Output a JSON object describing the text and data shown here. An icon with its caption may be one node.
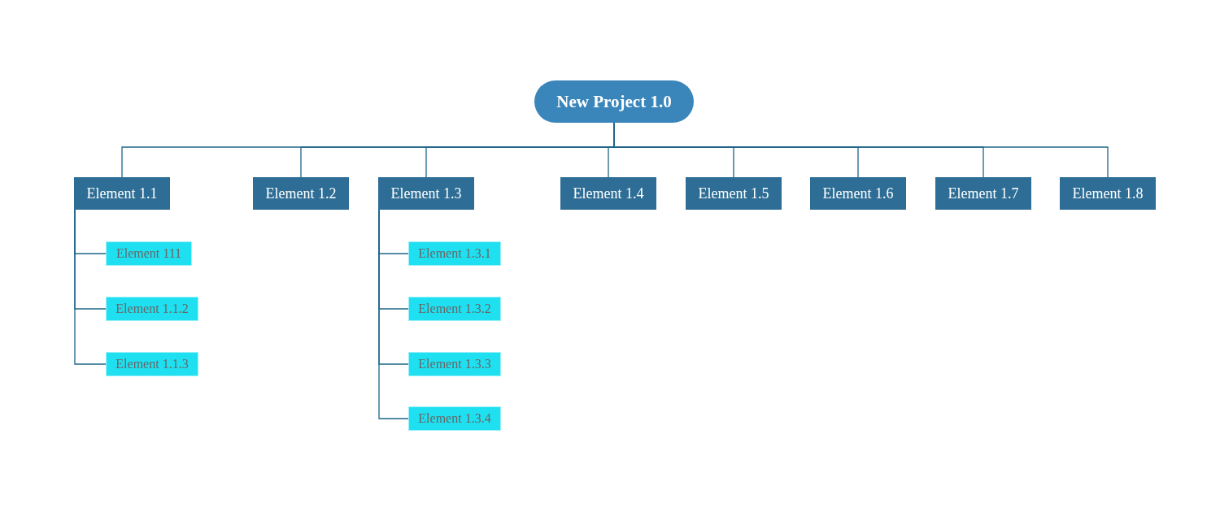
{
  "diagram": {
    "nodes": [
      {
        "text": [
          "New Project 1.0"
        ]
      },
      {
        "text": [
          "Element 1.1"
        ]
      },
      {
        "text": [
          "Element 111"
        ]
      },
      {
        "text": [
          "Element 1.1.2"
        ]
      },
      {
        "text": [
          "Element 1.1.3"
        ]
      },
      {
        "text": [
          "Element 1.2"
        ]
      },
      {
        "text": [
          "Element 1.3"
        ]
      },
      {
        "text": [
          "Element 1.3.1"
        ]
      },
      {
        "text": [
          "Element 1.3.2"
        ]
      },
      {
        "text": [
          "Element 1.3.3"
        ]
      },
      {
        "text": [
          "Element 1.3.4"
        ]
      },
      {
        "text": [
          "Element 1.4"
        ]
      },
      {
        "text": [
          "Element 1.5"
        ]
      },
      {
        "text": [
          "Element 1.6"
        ]
      },
      {
        "text": [
          "Element 1.7"
        ]
      },
      {
        "text": [
          "Element 1.8"
        ]
      }
    ],
    "edges": [
      {
        "from": 0,
        "to": 1,
        "arrow": "none"
      },
      {
        "from": 0,
        "to": 5,
        "arrow": "none"
      },
      {
        "from": 0,
        "to": 6,
        "arrow": "none"
      },
      {
        "from": 0,
        "to": 11,
        "arrow": "none"
      },
      {
        "from": 0,
        "to": 12,
        "arrow": "none"
      },
      {
        "from": 0,
        "to": 13,
        "arrow": "none"
      },
      {
        "from": 0,
        "to": 14,
        "arrow": "none"
      },
      {
        "from": 0,
        "to": 15,
        "arrow": "none"
      },
      {
        "from": 1,
        "to": 2,
        "arrow": "none"
      },
      {
        "from": 1,
        "to": 3,
        "arrow": "none"
      },
      {
        "from": 1,
        "to": 4,
        "arrow": "none"
      },
      {
        "from": 6,
        "to": 7,
        "arrow": "none"
      },
      {
        "from": 6,
        "to": 8,
        "arrow": "none"
      },
      {
        "from": 6,
        "to": 9,
        "arrow": "none"
      },
      {
        "from": 6,
        "to": 10,
        "arrow": "none"
      }
    ]
  }
}
